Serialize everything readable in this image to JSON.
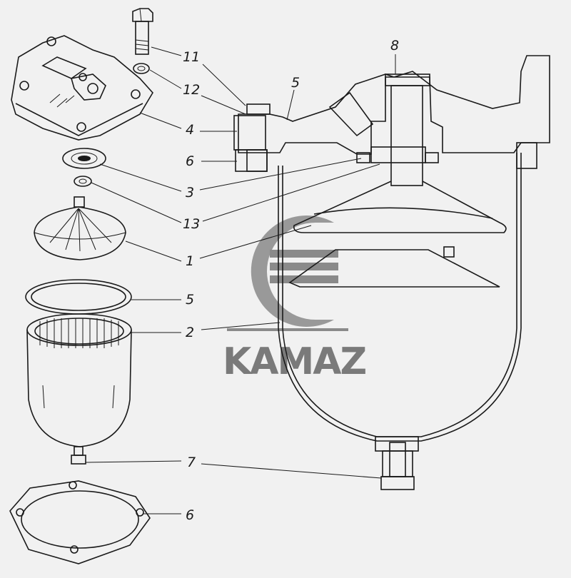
{
  "brand": {
    "name": "KAMAZ",
    "color": "#8a8a8a"
  },
  "callouts": [
    {
      "id": "11",
      "text": "11"
    },
    {
      "id": "12",
      "text": "12"
    },
    {
      "id": "4",
      "text": "4"
    },
    {
      "id": "6a",
      "text": "6"
    },
    {
      "id": "3",
      "text": "3"
    },
    {
      "id": "13",
      "text": "13"
    },
    {
      "id": "1",
      "text": "1"
    },
    {
      "id": "5a",
      "text": "5"
    },
    {
      "id": "2",
      "text": "2"
    },
    {
      "id": "7",
      "text": "7"
    },
    {
      "id": "6b",
      "text": "6"
    },
    {
      "id": "8",
      "text": "8"
    },
    {
      "id": "5b",
      "text": "5"
    }
  ]
}
